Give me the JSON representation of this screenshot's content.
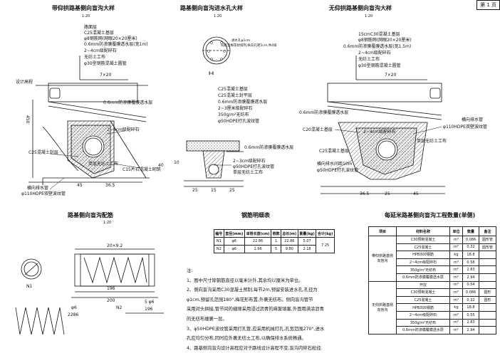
{
  "page_label": "第 1 页",
  "sections": {
    "s1": {
      "title": "带仰拱路基侧向盲沟大样",
      "scale": "1:20"
    },
    "s2": {
      "title": "路基侧向盲沟进水孔大样",
      "scale": "1:20"
    },
    "s3": {
      "title": "无仰拱路基侧向盲沟大样",
      "scale": "1:20"
    },
    "s4": {
      "title": "路基侧向盲沟配筋",
      "scale": "1:20"
    },
    "s5": {
      "title": "钢筋明细表"
    },
    "s6": {
      "title": "每延米路基侧向盲沟工程数量(单侧)"
    }
  },
  "s1_labels": {
    "l1": "路面层",
    "l2": "C25混凝土基层",
    "l3": "φ8钢筋网(网眼20×20厘米)",
    "l4": "0.6mm防渗膜覆膜透水层(宽1m)",
    "l5": "2~4cm级配碎石",
    "l6": "无纺土工布",
    "l7": "φ30型钢筋混凝土圆管",
    "dim_top": "7×20",
    "side": "设计高程",
    "n1": "0.6mm防渗膜覆膜透水层",
    "n2": "2~4cm级配碎石",
    "n3": "C25混凝土封层",
    "n4": "单层无纺土工布",
    "n5": "C15片石混凝土砌筑",
    "n6": "横向排水管",
    "n7": "φ110HDPE双壁波纹管",
    "d1": "45",
    "d2": "36.5",
    "d3": "450",
    "d4": "40"
  },
  "s2_labels": {
    "hole_note": "进水孔φ1cm",
    "hole_note2": "间距呈梅花状排列,纵向孔距5cm,共4排",
    "sec": "I-I",
    "l1": "C25混凝土基层",
    "l2": "C25混凝土封平层",
    "l3": "0.6mm防渗膜覆膜透水层",
    "l4": "2~3厘米级配碎石",
    "l5": "350g/m²无纺布",
    "l6": "φ50HDPE打孔波纹管",
    "n1": "0.6mm防渗膜覆膜透水层",
    "n2": "2~3cm级配碎石",
    "n3": "φ50HDPE打孔波纹管",
    "n4": "单层无纺土工布",
    "d1": "25",
    "d2": "15",
    "d3": "25",
    "d4": "10"
  },
  "s3_labels": {
    "l1": "15cmC30混凝土基层",
    "l2": "φ8钢筋网(网眼20×20厘米)",
    "l3": "0.6mm防渗膜覆膜透水层(宽1.5m)",
    "l4": "2~4cm级配碎石",
    "l5": "无纺土工布",
    "l6": "φ30型钢筋混凝土圆管",
    "dim_top": "7×20",
    "n1": "0.6mm防渗膜覆膜透水层",
    "n2": "C20混凝土基层",
    "n3": "2~4cm级配碎石",
    "n4": "C25混凝土基层",
    "n5": "单层无纺土工布",
    "n6": "横向排水管",
    "n7": "φ110HDPE双壁波纹管",
    "n8": "横向排水间距10m",
    "n9": "φ50HDPE打孔波纹管",
    "d1": "36.5",
    "d2": "25",
    "d3": "45"
  },
  "s4_labels": {
    "top_dim": "20×9.2",
    "d1": "196",
    "d2": "200",
    "n1": "N1",
    "n2": "N2",
    "bar1": "φ6",
    "bar2": "2286",
    "bar3": "5 φ6",
    "bar4": "196"
  },
  "rebar_table": {
    "headers": [
      "编号",
      "直径(mm)",
      "单根长度(cm)",
      "根数",
      "总长(m)",
      "重量(kg)",
      "合计(kg)"
    ],
    "rows": [
      [
        "N1",
        "φ6",
        "22.86",
        "1",
        "22.86",
        "5.07",
        "7.25"
      ],
      [
        "N2",
        "φ6",
        "1.96",
        "5",
        "9.80",
        "2.18",
        ""
      ]
    ]
  },
  "notes": [
    "注:",
    "1、图中尺寸除钢筋直径以毫米计外,其余均以厘米为单位。",
    "2、侧向盲沟采用C30混凝土预制,每节2m,预留安装进水孔,孔径为",
    "φ1cm,预留孔范围180°,梅花形布置,外裹无纺布。侧向盲沟管节",
    "采用对头拼接,管节间的缝隙采用浸过沥青的麻絮填塞,外面用满涂沥青",
    "的无纺布缠裹一层。",
    "3、φ50HDPE波纹管采用打孔管,应采用机械打孔,孔宽范围270°,进水",
    "孔应均匀分布,同时应外裹无纺土工布,以确保排水系统畅通。",
    "4、路基侧向盲沟设计高程应对于路线设计高程不变,盲沟内碎石粒径"
  ],
  "qty_table": {
    "headers": [
      "项目",
      "材料名称",
      "单位",
      "数量",
      "备注"
    ],
    "group1": "带仰拱路基侧向盲沟",
    "group2": "无仰拱路基侧向盲沟",
    "rows1": [
      [
        "C30预制混凝土",
        "m³",
        "0.086",
        "圆形管"
      ],
      [
        "C25混凝土",
        "m³",
        "0.32",
        "圆形管"
      ],
      [
        "HPB300钢筋",
        "kg",
        "18.8",
        ""
      ],
      [
        "2~4cm级配碎石",
        "m³",
        "0.58",
        ""
      ],
      [
        "350g/m²无纺布",
        "m²",
        "2.83",
        ""
      ],
      [
        "0.6mm防渗膜覆膜透水层",
        "m²",
        "2.94",
        ""
      ]
    ],
    "rows2": [
      [
        "开挖",
        "m³",
        "0.54",
        ""
      ],
      [
        "C30预制混凝土",
        "m³",
        "0.086",
        "圆形"
      ],
      [
        "C25混凝土",
        "m³",
        "0.32",
        "圆形"
      ],
      [
        "HPB300钢筋",
        "kg",
        "18.8",
        ""
      ],
      [
        "2~4cm级配碎石",
        "m³",
        "0.55",
        ""
      ],
      [
        "350g/m²无纺布",
        "m²",
        "2.83",
        ""
      ],
      [
        "0.6mm防渗膜覆膜透水层",
        "m²",
        "2.94",
        ""
      ]
    ]
  }
}
